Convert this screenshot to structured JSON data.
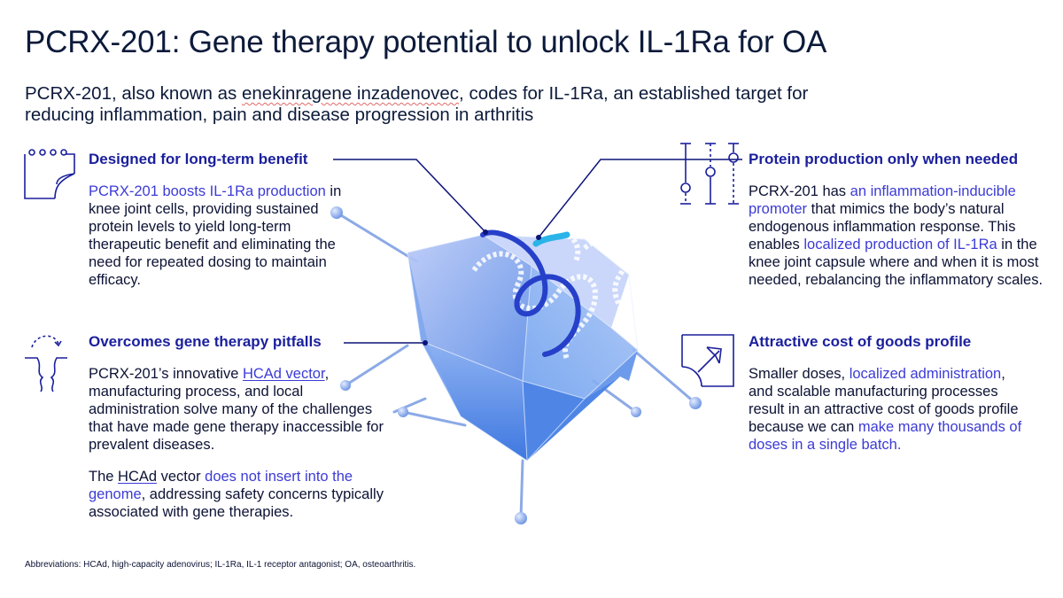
{
  "title": "PCRX-201: Gene therapy potential to unlock IL-1Ra for OA",
  "subtitle": {
    "part1": "PCRX-201, also known as ",
    "drug_name": "enekinragene inzadenovec",
    "part2": ", codes for IL-1Ra, an established target for reducing inflammation, pain and disease progression in arthritis"
  },
  "blocks": {
    "long_term": {
      "heading": "Designed for long-term benefit",
      "hl1": "PCRX-201 boosts IL-1Ra production",
      "text1": " in knee joint cells, providing sustained protein levels to yield long-term therapeutic benefit and eliminating the need for repeated dosing to maintain efficacy."
    },
    "pitfalls": {
      "heading": "Overcomes gene therapy pitfalls",
      "p1_a": "PCRX-201’s innovative ",
      "p1_hl": "HCAd vector",
      "p1_b": ", manufacturing process, and local administration solve many of the challenges that have made gene therapy inaccessible for prevalent diseases.",
      "p2_a": "The ",
      "p2_hcad": "HCAd",
      "p2_b": " vector ",
      "p2_hl": "does not insert into the genome",
      "p2_c": ", addressing safety concerns typically associated with gene therapies."
    },
    "protein": {
      "heading": "Protein production only when needed",
      "a": "PCRX-201 has ",
      "hl1": "an inflammation-inducible promoter",
      "b": " that mimics the body’s natural endogenous inflammation response. This enables ",
      "hl2": "localized production of IL-1Ra",
      "c": " in the knee joint capsule where and when it is most needed, rebalancing the inflammatory scales."
    },
    "cost": {
      "heading": "Attractive cost of goods profile",
      "a": "Smaller doses, ",
      "hl1": "localized administration",
      "b": ", and scalable manufacturing processes result in an attractive cost of goods profile because we can ",
      "hl2": "make many thousands of doses in a single batch."
    }
  },
  "footer": "Abbreviations: HCAd, high-capacity adenovirus; IL-1Ra, IL-1 receptor antagonist; OA, osteoarthritis.",
  "icons": {
    "long_term": "calendar-icon",
    "pitfalls": "gene-insertion-icon",
    "protein": "slider-control-icon",
    "cost": "arrow-up-box-icon",
    "illustration": "adenovirus-vector-illustration"
  },
  "colors": {
    "heading": "#1a1f9c",
    "highlight": "#3c3bd6",
    "text": "#0c1234",
    "virus": "#5b8fe6"
  }
}
